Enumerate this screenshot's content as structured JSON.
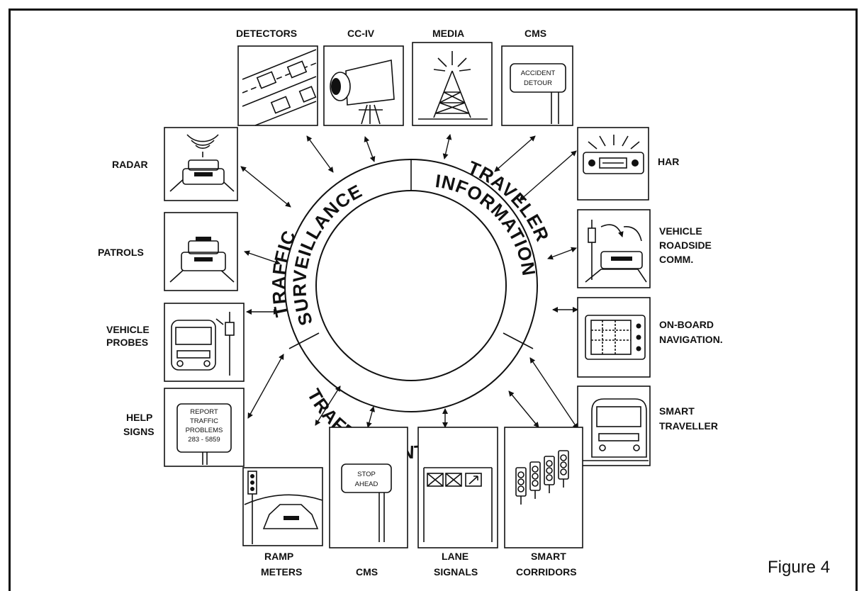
{
  "figure_caption": "Figure 4",
  "ring": {
    "sector_top_left": [
      "TRAFFIC",
      "SURVEILLANCE"
    ],
    "sector_top_right": [
      "TRAVELER",
      "INFORMATION"
    ],
    "sector_bottom": "TRAFFIC CONTROL"
  },
  "components": {
    "detectors": "DETECTORS",
    "cctv": "CC-IV",
    "media": "MEDIA",
    "cms_top": "CMS",
    "cms_top_sign": [
      "ACCIDENT",
      "DETOUR"
    ],
    "har": "HAR",
    "radar": "RADAR",
    "patrols": "PATROLS",
    "vehicle_probes": [
      "VEHICLE",
      "PROBES"
    ],
    "help_signs": [
      "HELP",
      "SIGNS"
    ],
    "help_sign_text": [
      "REPORT",
      "TRAFFIC",
      "PROBLEMS",
      "283 - 5859"
    ],
    "vehicle_roadside": [
      "VEHICLE",
      "ROADSIDE",
      "COMM."
    ],
    "on_board_nav": [
      "ON-BOARD",
      "NAVIGATION."
    ],
    "smart_traveller": [
      "SMART",
      "TRAVELLER"
    ],
    "ramp_meters": [
      "RAMP",
      "METERS"
    ],
    "cms_bottom": "CMS",
    "cms_bottom_sign": [
      "STOP",
      "AHEAD"
    ],
    "lane_signals": [
      "LANE",
      "SIGNALS"
    ],
    "smart_corridors": [
      "SMART",
      "CORRIDORS"
    ]
  }
}
